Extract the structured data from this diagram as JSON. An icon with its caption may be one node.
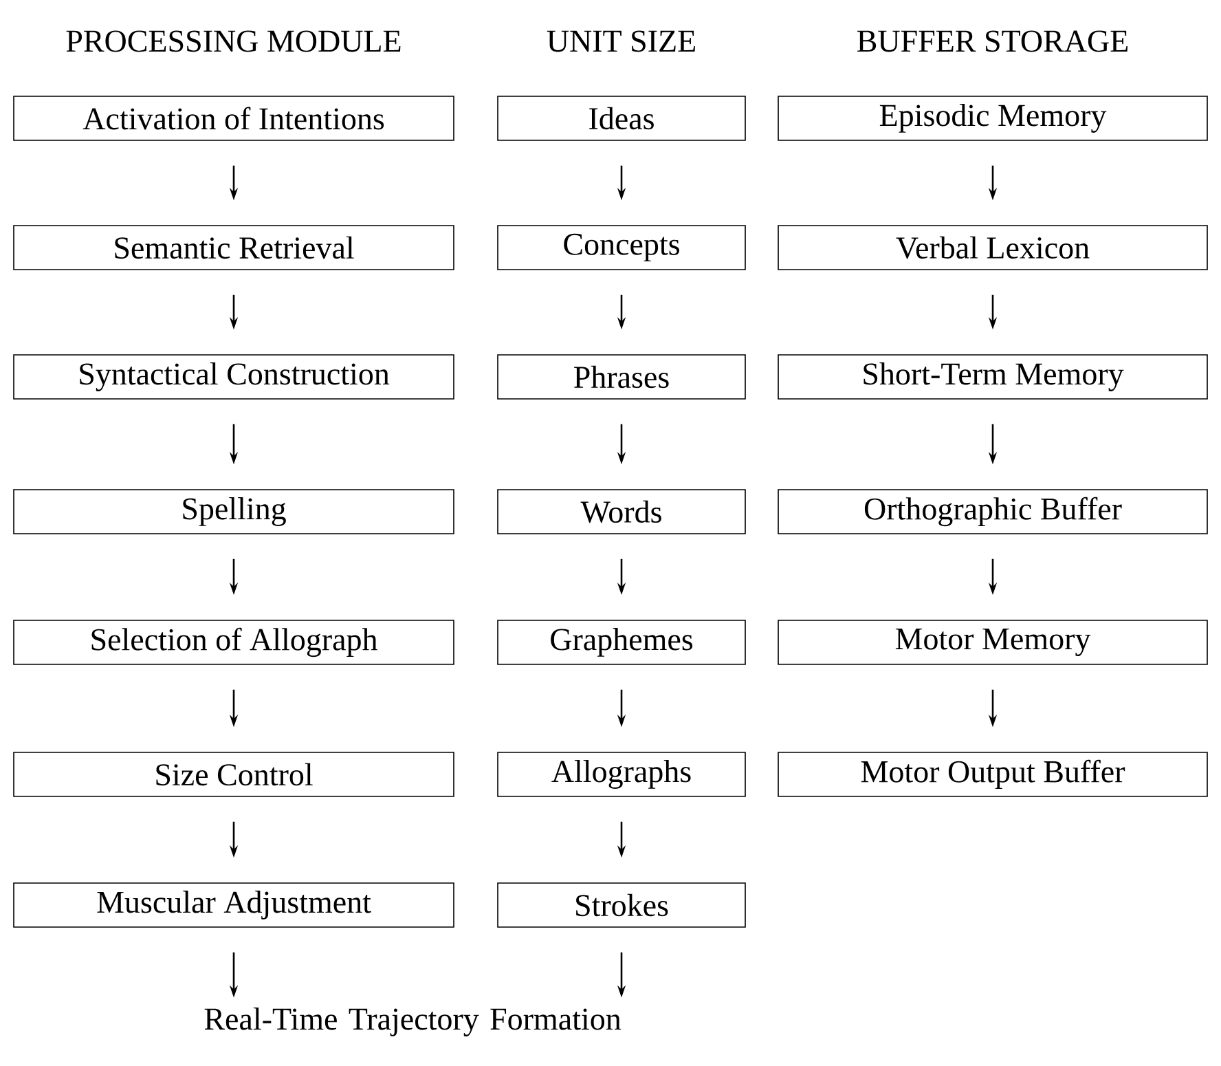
{
  "diagram": {
    "nodes": [
      {
        "text": [
          "Activation of Intentions"
        ]
      },
      {
        "text": [
          "Semantic Retrieval"
        ]
      },
      {
        "text": [
          "Syntactical Construction"
        ]
      },
      {
        "text": [
          "Spelling"
        ]
      },
      {
        "text": [
          "Selection of Allograph"
        ]
      },
      {
        "text": [
          "Size Control"
        ]
      },
      {
        "text": [
          "Muscular Adjustment"
        ]
      },
      {
        "text": [
          "Ideas"
        ]
      },
      {
        "text": [
          "Concepts"
        ]
      },
      {
        "text": [
          "Phrases"
        ]
      },
      {
        "text": [
          "Words"
        ]
      },
      {
        "text": [
          "Graphemes"
        ]
      },
      {
        "text": [
          "Allographs"
        ]
      },
      {
        "text": [
          "Strokes"
        ]
      },
      {
        "text": [
          "Episodic Memory"
        ]
      },
      {
        "text": [
          "Verbal Lexicon"
        ]
      },
      {
        "text": [
          "Short-Term Memory"
        ]
      },
      {
        "text": [
          "Orthographic Buffer"
        ]
      },
      {
        "text": [
          "Motor Memory"
        ]
      },
      {
        "text": [
          "Motor Output Buffer"
        ]
      },
      {
        "text": [
          "Real-Time Trajectory Formation"
        ]
      }
    ],
    "edges": [
      {
        "from": 0,
        "to": 1,
        "arrow": "to"
      },
      {
        "from": 1,
        "to": 2,
        "arrow": "to"
      },
      {
        "from": 2,
        "to": 3,
        "arrow": "to"
      },
      {
        "from": 3,
        "to": 4,
        "arrow": "to"
      },
      {
        "from": 4,
        "to": 5,
        "arrow": "to"
      },
      {
        "from": 5,
        "to": 6,
        "arrow": "to"
      },
      {
        "from": 6,
        "to": 20,
        "arrow": "to"
      },
      {
        "from": 7,
        "to": 8,
        "arrow": "to"
      },
      {
        "from": 8,
        "to": 9,
        "arrow": "to"
      },
      {
        "from": 9,
        "to": 10,
        "arrow": "to"
      },
      {
        "from": 10,
        "to": 11,
        "arrow": "to"
      },
      {
        "from": 11,
        "to": 12,
        "arrow": "to"
      },
      {
        "from": 12,
        "to": 13,
        "arrow": "to"
      },
      {
        "from": 13,
        "to": 20,
        "arrow": "to"
      },
      {
        "from": 14,
        "to": 15,
        "arrow": "to"
      },
      {
        "from": 15,
        "to": 16,
        "arrow": "to"
      },
      {
        "from": 16,
        "to": 17,
        "arrow": "to"
      },
      {
        "from": 17,
        "to": 18,
        "arrow": "to"
      },
      {
        "from": 18,
        "to": 19,
        "arrow": "to"
      }
    ],
    "labels": [
      "PROCESSING MODULE",
      "UNIT SIZE",
      "BUFFER STORAGE"
    ]
  }
}
